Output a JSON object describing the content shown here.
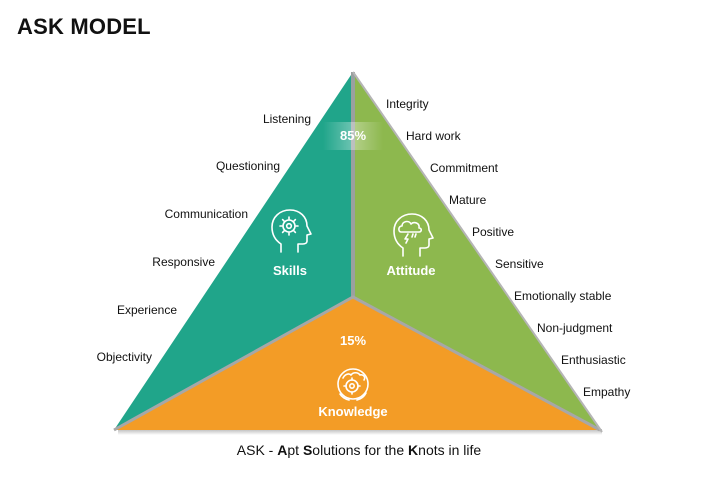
{
  "title": "ASK MODEL",
  "top_percentage": "85%",
  "bottom_percentage": "15%",
  "sections": {
    "skills": {
      "label": "Skills",
      "icon": "head-gear-icon",
      "color": "#20a58a"
    },
    "attitude": {
      "label": "Attitude",
      "icon": "head-storm-icon",
      "color": "#8db84e"
    },
    "knowledge": {
      "label": "Knowledge",
      "icon": "brain-gear-icon",
      "color": "#f39c26"
    }
  },
  "skills_items": [
    "Listening",
    "Questioning",
    "Communication",
    "Responsive",
    "Experience",
    "Objectivity"
  ],
  "attitude_items": [
    "Integrity",
    "Hard work",
    "Commitment",
    "Mature",
    "Positive",
    "Sensitive",
    "Emotionally stable",
    "Non-judgment",
    "Enthusiastic",
    "Empathy"
  ],
  "caption": {
    "prefix": "ASK - ",
    "parts": [
      {
        "bold": "A",
        "rest": "pt "
      },
      {
        "bold": "S",
        "rest": "olutions for the "
      },
      {
        "bold": "K",
        "rest": "nots in life"
      }
    ]
  }
}
